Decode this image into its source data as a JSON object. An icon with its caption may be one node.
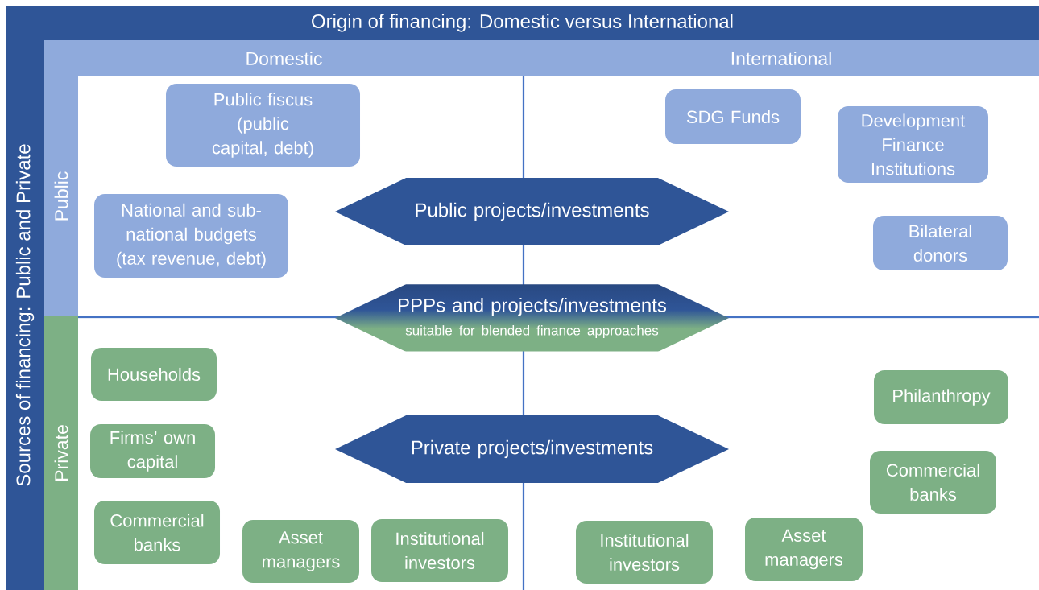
{
  "diagram": {
    "nodes": [
      {
        "text": [
          "Origin of financing: Domestic versus International"
        ]
      },
      {
        "text": [
          "Sources of financing: Public and Private"
        ]
      },
      {
        "text": [
          "Domestic"
        ]
      },
      {
        "text": [
          "International"
        ]
      },
      {
        "text": [
          "Public"
        ]
      },
      {
        "text": [
          "Private"
        ]
      },
      {
        "text": [
          "Public fiscus (public capital, debt)"
        ]
      },
      {
        "text": [
          "SDG Funds"
        ]
      },
      {
        "text": [
          "Development Finance Institutions"
        ]
      },
      {
        "text": [
          "National and sub-national budgets (tax revenue, debt)"
        ]
      },
      {
        "text": [
          "Public projects/investments"
        ]
      },
      {
        "text": [
          "Bilateral donors"
        ]
      },
      {
        "text": [
          "PPPs and projects/investments",
          "suitable for blended finance approaches"
        ]
      },
      {
        "text": [
          "Households"
        ]
      },
      {
        "text": [
          "Philanthropy"
        ]
      },
      {
        "text": [
          "Firms’ own capital"
        ]
      },
      {
        "text": [
          "Private projects/investments"
        ]
      },
      {
        "text": [
          "Commercial banks"
        ]
      },
      {
        "text": [
          "Commercial banks"
        ]
      },
      {
        "text": [
          "Asset managers"
        ]
      },
      {
        "text": [
          "Institutional investors"
        ]
      },
      {
        "text": [
          "Institutional investors"
        ]
      },
      {
        "text": [
          "Asset managers"
        ]
      }
    ]
  }
}
